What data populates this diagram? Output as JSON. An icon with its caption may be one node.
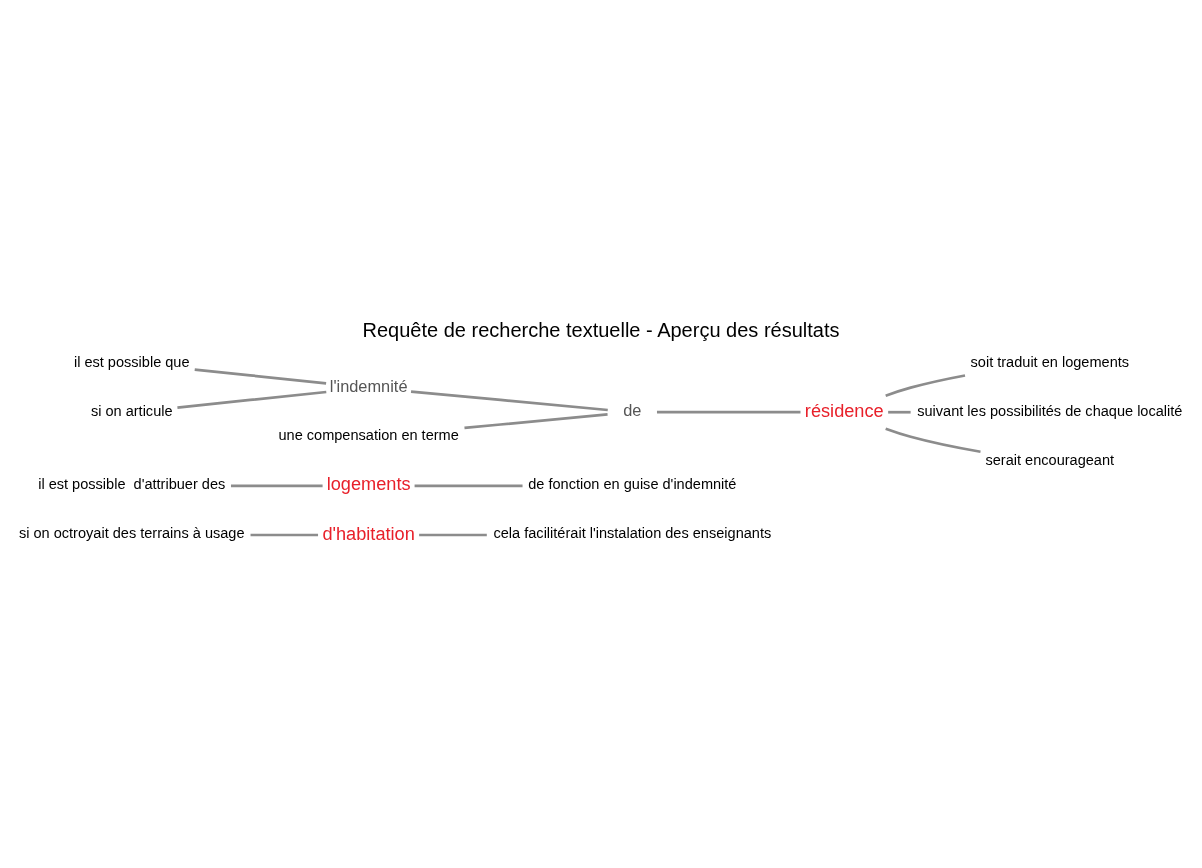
{
  "diagram": {
    "title": "Requête de recherche textuelle - Aperçu des résultats",
    "nodes": [
      {
        "text": [
          "si on octroyait des terrains à usage"
        ]
      },
      {
        "text": [
          "d'habitation"
        ]
      },
      {
        "text": [
          "cela facilitérait l'instalation des enseignants"
        ]
      },
      {
        "text": [
          "il est possible  d'attribuer des"
        ]
      },
      {
        "text": [
          "logements"
        ]
      },
      {
        "text": [
          "de fonction en guise d'indemnité"
        ]
      },
      {
        "text": [
          "il est possible que"
        ]
      },
      {
        "text": [
          "si on articule"
        ]
      },
      {
        "text": [
          "l'indemnité"
        ]
      },
      {
        "text": [
          "une compensation en terme"
        ]
      },
      {
        "text": [
          "de"
        ]
      },
      {
        "text": [
          "résidence"
        ]
      },
      {
        "text": [
          "soit traduit en logements"
        ]
      },
      {
        "text": [
          "suivant les possibilités de chaque localité"
        ]
      },
      {
        "text": [
          "serait encourageant"
        ]
      }
    ],
    "edges": [
      {
        "from": 0,
        "to": 1,
        "arrow": "none"
      },
      {
        "from": 1,
        "to": 2,
        "arrow": "none"
      },
      {
        "from": 3,
        "to": 4,
        "arrow": "none"
      },
      {
        "from": 4,
        "to": 5,
        "arrow": "none"
      },
      {
        "from": 6,
        "to": 8,
        "arrow": "none"
      },
      {
        "from": 7,
        "to": 8,
        "arrow": "none"
      },
      {
        "from": 8,
        "to": 10,
        "arrow": "none"
      },
      {
        "from": 9,
        "to": 10,
        "arrow": "none"
      },
      {
        "from": 10,
        "to": 11,
        "arrow": "none"
      },
      {
        "from": 11,
        "to": 12,
        "arrow": "none"
      },
      {
        "from": 11,
        "to": 13,
        "arrow": "none"
      },
      {
        "from": 11,
        "to": 14,
        "arrow": "none"
      }
    ]
  }
}
